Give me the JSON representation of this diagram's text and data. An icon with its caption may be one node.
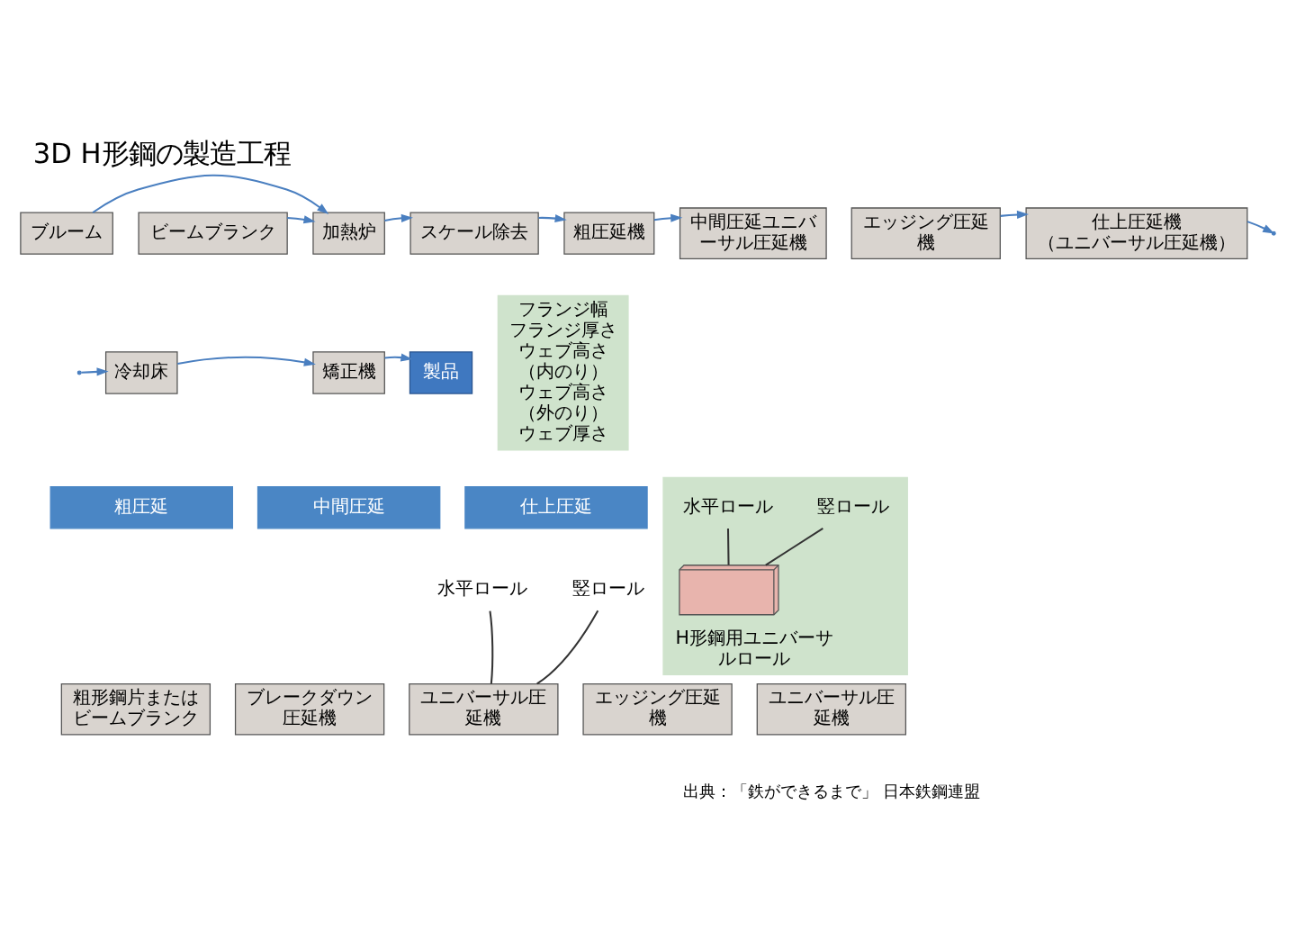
{
  "diagram": {
    "title": "3D H形鋼の製造工程",
    "caption": "出典：「鉄ができるまで」 日本鉄鋼連盟",
    "nodes": [
      {
        "text": [
          "ブルーム"
        ]
      },
      {
        "text": [
          "ビームブランク"
        ]
      },
      {
        "text": [
          "加熱炉"
        ]
      },
      {
        "text": [
          "スケール除去"
        ]
      },
      {
        "text": [
          "粗圧延機"
        ]
      },
      {
        "text": [
          "中間圧延ユニバーサル圧延機"
        ]
      },
      {
        "text": [
          "エッジング圧延機"
        ]
      },
      {
        "text": [
          "仕上圧延機（ユニバーサル圧延機）"
        ]
      },
      {
        "text": [
          "冷却床"
        ]
      },
      {
        "text": [
          "矯正機"
        ]
      },
      {
        "text": [
          "製品"
        ]
      },
      {
        "text": [
          "フランジ幅",
          "フランジ厚さ",
          "ウェブ高さ（内のり）",
          "ウェブ高さ（外のり）",
          "ウェブ厚さ"
        ]
      },
      {
        "text": [
          "H形鋼用ユニバーサルロール"
        ]
      },
      {
        "text": [
          "水平ロール"
        ],
        "in": 12
      },
      {
        "text": [
          "竪ロール"
        ],
        "in": 12
      },
      {
        "text": [],
        "shape": "picture",
        "in": 12
      },
      {
        "text": [
          "粗圧延"
        ]
      },
      {
        "text": [
          "中間圧延"
        ]
      },
      {
        "text": [
          "仕上圧延"
        ]
      },
      {
        "text": [
          "水平ロール"
        ]
      },
      {
        "text": [
          "竪ロール"
        ]
      },
      {
        "text": [
          "粗形鋼片またはビームブランク"
        ]
      },
      {
        "text": [
          "ブレークダウン圧延機"
        ]
      },
      {
        "text": [
          "ユニバーサル圧延機"
        ]
      },
      {
        "text": [
          "エッジング圧延機"
        ]
      },
      {
        "text": [
          "ユニバーサル圧延機"
        ]
      }
    ],
    "edges": [
      {
        "from": 0,
        "to": 2,
        "arrow": "to"
      },
      {
        "from": 1,
        "to": 2,
        "arrow": "to"
      },
      {
        "from": 2,
        "to": 3,
        "arrow": "to"
      },
      {
        "from": 3,
        "to": 4,
        "arrow": "to"
      },
      {
        "from": 4,
        "to": 5,
        "arrow": "to"
      },
      {
        "from": 6,
        "to": 7,
        "arrow": "to"
      },
      {
        "from": 7,
        "to": null,
        "arrow": "to"
      },
      {
        "from": null,
        "to": 8,
        "arrow": "to"
      },
      {
        "from": 8,
        "to": 9,
        "arrow": "to"
      },
      {
        "from": 9,
        "to": 10,
        "arrow": "to"
      },
      {
        "from": 13,
        "to": 15,
        "arrow": "none",
        "color": "#333333"
      },
      {
        "from": 14,
        "to": 15,
        "arrow": "none",
        "color": "#333333"
      },
      {
        "from": 19,
        "to": 23,
        "arrow": "none",
        "color": "#333333"
      },
      {
        "from": 20,
        "to": 23,
        "arrow": "none",
        "color": "#333333"
      }
    ]
  }
}
